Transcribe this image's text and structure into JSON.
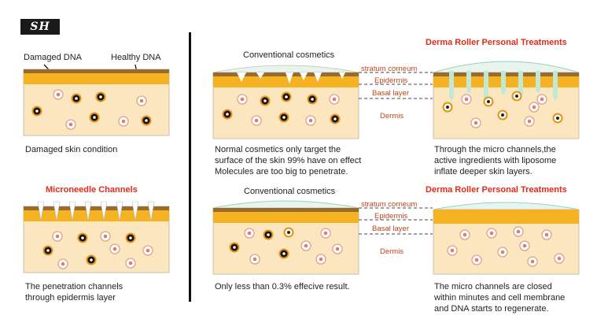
{
  "logo": {
    "text": "SH"
  },
  "left": {
    "damaged_label": "Damaged DNA",
    "healthy_label": "Healthy DNA",
    "caption_top": "Damaged skin condition",
    "microneedle_title": "Microneedle Channels",
    "caption_bottom": [
      "The penetration channels",
      "through epidermis layer"
    ]
  },
  "top_row": {
    "conventional_title": "Conventional cosmetics",
    "layers": [
      "stratum corneum",
      "Epidermis",
      "Basal layer",
      "Dermis"
    ],
    "derma_title": "Derma Roller Personal Treatments",
    "conventional_caption": [
      "Normal cosmetics only target the",
      "surface of the skin 99% have on effect",
      "Molecules are too big to penetrate."
    ],
    "derma_caption": [
      "Through the micro channels,the",
      "active ingredients with liposome",
      "inflate deeper skin layers."
    ]
  },
  "bottom_row": {
    "conventional_title": "Conventional cosmetics",
    "layers": [
      "stratum corneum",
      "Epidermis",
      "Basal layer",
      "Dermis"
    ],
    "derma_title": "Derma Roller Personal Treatments",
    "conventional_caption": [
      "Only less than 0.3% effecive result."
    ],
    "derma_caption": [
      "The micro channels are closed",
      "within minutes and cell membrane",
      "and DNA starts to regenerate."
    ]
  },
  "colors": {
    "skin": "#fbe6bf",
    "epidermis": "#f5b324",
    "dark_band": "#9a6b2e",
    "serum": "#bfe8d6",
    "damaged_ring": "#e39415",
    "cell_pink": "#e47a6d"
  }
}
